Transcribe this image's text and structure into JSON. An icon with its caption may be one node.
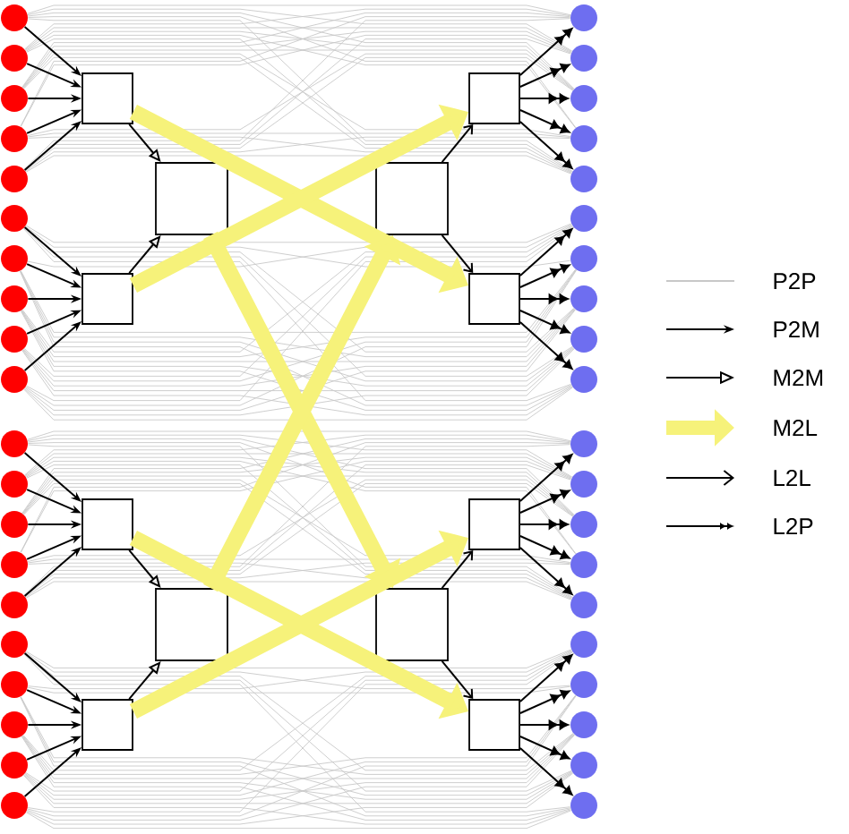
{
  "diagram": {
    "nodes": [
      {
        "text": [],
        "shape": "circle"
      },
      {
        "text": [],
        "shape": "circle"
      },
      {
        "text": [],
        "shape": "circle"
      },
      {
        "text": [],
        "shape": "circle"
      },
      {
        "text": [],
        "shape": "circle"
      },
      {
        "text": [],
        "shape": "circle"
      },
      {
        "text": [],
        "shape": "circle"
      },
      {
        "text": [],
        "shape": "circle"
      },
      {
        "text": [],
        "shape": "circle"
      },
      {
        "text": [],
        "shape": "circle"
      },
      {
        "text": [],
        "shape": "circle"
      },
      {
        "text": [],
        "shape": "circle"
      },
      {
        "text": [],
        "shape": "circle"
      },
      {
        "text": [],
        "shape": "circle"
      },
      {
        "text": [],
        "shape": "circle"
      },
      {
        "text": [],
        "shape": "circle"
      },
      {
        "text": [],
        "shape": "circle"
      },
      {
        "text": [],
        "shape": "circle"
      },
      {
        "text": [],
        "shape": "circle"
      },
      {
        "text": [],
        "shape": "circle"
      },
      {
        "text": [],
        "shape": "box"
      },
      {
        "text": [],
        "shape": "box"
      },
      {
        "text": [],
        "shape": "box"
      },
      {
        "text": [],
        "shape": "box"
      },
      {
        "text": [],
        "shape": "box"
      },
      {
        "text": [],
        "shape": "box"
      },
      {
        "text": [],
        "shape": "box"
      },
      {
        "text": [],
        "shape": "box"
      },
      {
        "text": [],
        "shape": "box"
      },
      {
        "text": [],
        "shape": "box"
      },
      {
        "text": [],
        "shape": "box"
      },
      {
        "text": [],
        "shape": "box"
      },
      {
        "text": [],
        "shape": "circle"
      },
      {
        "text": [],
        "shape": "circle"
      },
      {
        "text": [],
        "shape": "circle"
      },
      {
        "text": [],
        "shape": "circle"
      },
      {
        "text": [],
        "shape": "circle"
      },
      {
        "text": [],
        "shape": "circle"
      },
      {
        "text": [],
        "shape": "circle"
      },
      {
        "text": [],
        "shape": "circle"
      },
      {
        "text": [],
        "shape": "circle"
      },
      {
        "text": [],
        "shape": "circle"
      },
      {
        "text": [],
        "shape": "circle"
      },
      {
        "text": [],
        "shape": "circle"
      },
      {
        "text": [],
        "shape": "circle"
      },
      {
        "text": [],
        "shape": "circle"
      },
      {
        "text": [],
        "shape": "circle"
      },
      {
        "text": [],
        "shape": "circle"
      },
      {
        "text": [],
        "shape": "circle"
      },
      {
        "text": [],
        "shape": "circle"
      },
      {
        "text": [],
        "shape": "circle"
      },
      {
        "text": [],
        "shape": "circle"
      }
    ],
    "edges": [
      {
        "from": 0,
        "to": 32,
        "arrow": "none"
      },
      {
        "from": 0,
        "to": 33,
        "arrow": "none"
      },
      {
        "from": 0,
        "to": 34,
        "arrow": "none"
      },
      {
        "from": 0,
        "to": 35,
        "arrow": "none"
      },
      {
        "from": 0,
        "to": 36,
        "arrow": "none"
      },
      {
        "from": 1,
        "to": 32,
        "arrow": "none"
      },
      {
        "from": 1,
        "to": 33,
        "arrow": "none"
      },
      {
        "from": 1,
        "to": 34,
        "arrow": "none"
      },
      {
        "from": 1,
        "to": 35,
        "arrow": "none"
      },
      {
        "from": 1,
        "to": 36,
        "arrow": "none"
      },
      {
        "from": 2,
        "to": 32,
        "arrow": "none"
      },
      {
        "from": 2,
        "to": 33,
        "arrow": "none"
      },
      {
        "from": 2,
        "to": 34,
        "arrow": "none"
      },
      {
        "from": 2,
        "to": 35,
        "arrow": "none"
      },
      {
        "from": 2,
        "to": 36,
        "arrow": "none"
      },
      {
        "from": 3,
        "to": 32,
        "arrow": "none"
      },
      {
        "from": 3,
        "to": 33,
        "arrow": "none"
      },
      {
        "from": 3,
        "to": 34,
        "arrow": "none"
      },
      {
        "from": 3,
        "to": 35,
        "arrow": "none"
      },
      {
        "from": 3,
        "to": 36,
        "arrow": "none"
      },
      {
        "from": 4,
        "to": 32,
        "arrow": "none"
      },
      {
        "from": 4,
        "to": 33,
        "arrow": "none"
      },
      {
        "from": 4,
        "to": 34,
        "arrow": "none"
      },
      {
        "from": 4,
        "to": 35,
        "arrow": "none"
      },
      {
        "from": 4,
        "to": 36,
        "arrow": "none"
      },
      {
        "from": 5,
        "to": 37,
        "arrow": "none"
      },
      {
        "from": 5,
        "to": 38,
        "arrow": "none"
      },
      {
        "from": 5,
        "to": 39,
        "arrow": "none"
      },
      {
        "from": 5,
        "to": 40,
        "arrow": "none"
      },
      {
        "from": 5,
        "to": 41,
        "arrow": "none"
      },
      {
        "from": 6,
        "to": 37,
        "arrow": "none"
      },
      {
        "from": 6,
        "to": 38,
        "arrow": "none"
      },
      {
        "from": 6,
        "to": 39,
        "arrow": "none"
      },
      {
        "from": 6,
        "to": 40,
        "arrow": "none"
      },
      {
        "from": 6,
        "to": 41,
        "arrow": "none"
      },
      {
        "from": 7,
        "to": 37,
        "arrow": "none"
      },
      {
        "from": 7,
        "to": 38,
        "arrow": "none"
      },
      {
        "from": 7,
        "to": 39,
        "arrow": "none"
      },
      {
        "from": 7,
        "to": 40,
        "arrow": "none"
      },
      {
        "from": 7,
        "to": 41,
        "arrow": "none"
      },
      {
        "from": 8,
        "to": 37,
        "arrow": "none"
      },
      {
        "from": 8,
        "to": 38,
        "arrow": "none"
      },
      {
        "from": 8,
        "to": 39,
        "arrow": "none"
      },
      {
        "from": 8,
        "to": 40,
        "arrow": "none"
      },
      {
        "from": 8,
        "to": 41,
        "arrow": "none"
      },
      {
        "from": 9,
        "to": 37,
        "arrow": "none"
      },
      {
        "from": 9,
        "to": 38,
        "arrow": "none"
      },
      {
        "from": 9,
        "to": 39,
        "arrow": "none"
      },
      {
        "from": 9,
        "to": 40,
        "arrow": "none"
      },
      {
        "from": 9,
        "to": 41,
        "arrow": "none"
      },
      {
        "from": 10,
        "to": 42,
        "arrow": "none"
      },
      {
        "from": 10,
        "to": 43,
        "arrow": "none"
      },
      {
        "from": 10,
        "to": 44,
        "arrow": "none"
      },
      {
        "from": 10,
        "to": 45,
        "arrow": "none"
      },
      {
        "from": 10,
        "to": 46,
        "arrow": "none"
      },
      {
        "from": 11,
        "to": 42,
        "arrow": "none"
      },
      {
        "from": 11,
        "to": 43,
        "arrow": "none"
      },
      {
        "from": 11,
        "to": 44,
        "arrow": "none"
      },
      {
        "from": 11,
        "to": 45,
        "arrow": "none"
      },
      {
        "from": 11,
        "to": 46,
        "arrow": "none"
      },
      {
        "from": 12,
        "to": 42,
        "arrow": "none"
      },
      {
        "from": 12,
        "to": 43,
        "arrow": "none"
      },
      {
        "from": 12,
        "to": 44,
        "arrow": "none"
      },
      {
        "from": 12,
        "to": 45,
        "arrow": "none"
      },
      {
        "from": 12,
        "to": 46,
        "arrow": "none"
      },
      {
        "from": 13,
        "to": 42,
        "arrow": "none"
      },
      {
        "from": 13,
        "to": 43,
        "arrow": "none"
      },
      {
        "from": 13,
        "to": 44,
        "arrow": "none"
      },
      {
        "from": 13,
        "to": 45,
        "arrow": "none"
      },
      {
        "from": 13,
        "to": 46,
        "arrow": "none"
      },
      {
        "from": 14,
        "to": 42,
        "arrow": "none"
      },
      {
        "from": 14,
        "to": 43,
        "arrow": "none"
      },
      {
        "from": 14,
        "to": 44,
        "arrow": "none"
      },
      {
        "from": 14,
        "to": 45,
        "arrow": "none"
      },
      {
        "from": 14,
        "to": 46,
        "arrow": "none"
      },
      {
        "from": 15,
        "to": 47,
        "arrow": "none"
      },
      {
        "from": 15,
        "to": 48,
        "arrow": "none"
      },
      {
        "from": 15,
        "to": 49,
        "arrow": "none"
      },
      {
        "from": 15,
        "to": 50,
        "arrow": "none"
      },
      {
        "from": 15,
        "to": 51,
        "arrow": "none"
      },
      {
        "from": 16,
        "to": 47,
        "arrow": "none"
      },
      {
        "from": 16,
        "to": 48,
        "arrow": "none"
      },
      {
        "from": 16,
        "to": 49,
        "arrow": "none"
      },
      {
        "from": 16,
        "to": 50,
        "arrow": "none"
      },
      {
        "from": 16,
        "to": 51,
        "arrow": "none"
      },
      {
        "from": 17,
        "to": 47,
        "arrow": "none"
      },
      {
        "from": 17,
        "to": 48,
        "arrow": "none"
      },
      {
        "from": 17,
        "to": 49,
        "arrow": "none"
      },
      {
        "from": 17,
        "to": 50,
        "arrow": "none"
      },
      {
        "from": 17,
        "to": 51,
        "arrow": "none"
      },
      {
        "from": 18,
        "to": 47,
        "arrow": "none"
      },
      {
        "from": 18,
        "to": 48,
        "arrow": "none"
      },
      {
        "from": 18,
        "to": 49,
        "arrow": "none"
      },
      {
        "from": 18,
        "to": 50,
        "arrow": "none"
      },
      {
        "from": 18,
        "to": 51,
        "arrow": "none"
      },
      {
        "from": 19,
        "to": 47,
        "arrow": "none"
      },
      {
        "from": 19,
        "to": 48,
        "arrow": "none"
      },
      {
        "from": 19,
        "to": 49,
        "arrow": "none"
      },
      {
        "from": 19,
        "to": 50,
        "arrow": "none"
      },
      {
        "from": 19,
        "to": 51,
        "arrow": "none"
      },
      {
        "from": 0,
        "to": 20,
        "arrow": "to",
        "color": "#000000"
      },
      {
        "from": 1,
        "to": 20,
        "arrow": "to",
        "color": "#000000"
      },
      {
        "from": 2,
        "to": 20,
        "arrow": "to",
        "color": "#000000"
      },
      {
        "from": 3,
        "to": 20,
        "arrow": "to",
        "color": "#000000"
      },
      {
        "from": 4,
        "to": 20,
        "arrow": "to",
        "color": "#000000"
      },
      {
        "from": 5,
        "to": 21,
        "arrow": "to",
        "color": "#000000"
      },
      {
        "from": 6,
        "to": 21,
        "arrow": "to",
        "color": "#000000"
      },
      {
        "from": 7,
        "to": 21,
        "arrow": "to",
        "color": "#000000"
      },
      {
        "from": 8,
        "to": 21,
        "arrow": "to",
        "color": "#000000"
      },
      {
        "from": 9,
        "to": 21,
        "arrow": "to",
        "color": "#000000"
      },
      {
        "from": 10,
        "to": 22,
        "arrow": "to",
        "color": "#000000"
      },
      {
        "from": 11,
        "to": 22,
        "arrow": "to",
        "color": "#000000"
      },
      {
        "from": 12,
        "to": 22,
        "arrow": "to",
        "color": "#000000"
      },
      {
        "from": 13,
        "to": 22,
        "arrow": "to",
        "color": "#000000"
      },
      {
        "from": 14,
        "to": 22,
        "arrow": "to",
        "color": "#000000"
      },
      {
        "from": 15,
        "to": 23,
        "arrow": "to",
        "color": "#000000"
      },
      {
        "from": 16,
        "to": 23,
        "arrow": "to",
        "color": "#000000"
      },
      {
        "from": 17,
        "to": 23,
        "arrow": "to",
        "color": "#000000"
      },
      {
        "from": 18,
        "to": 23,
        "arrow": "to",
        "color": "#000000"
      },
      {
        "from": 19,
        "to": 23,
        "arrow": "to",
        "color": "#000000"
      },
      {
        "from": 20,
        "to": 24,
        "arrow": "to",
        "color": "#000000"
      },
      {
        "from": 21,
        "to": 24,
        "arrow": "to",
        "color": "#000000"
      },
      {
        "from": 22,
        "to": 25,
        "arrow": "to",
        "color": "#000000"
      },
      {
        "from": 23,
        "to": 25,
        "arrow": "to",
        "color": "#000000"
      },
      {
        "from": 20,
        "to": 29,
        "arrow": "to",
        "style": "thick",
        "color": "#f6f27a"
      },
      {
        "from": 21,
        "to": 28,
        "arrow": "to",
        "style": "thick",
        "color": "#f6f27a"
      },
      {
        "from": 24,
        "to": 27,
        "arrow": "to",
        "style": "thick",
        "color": "#f6f27a"
      },
      {
        "from": 25,
        "to": 26,
        "arrow": "to",
        "style": "thick",
        "color": "#f6f27a"
      },
      {
        "from": 22,
        "to": 31,
        "arrow": "to",
        "style": "thick",
        "color": "#f6f27a"
      },
      {
        "from": 23,
        "to": 30,
        "arrow": "to",
        "style": "thick",
        "color": "#f6f27a"
      },
      {
        "from": 26,
        "to": 28,
        "arrow": "to",
        "color": "#000000"
      },
      {
        "from": 26,
        "to": 29,
        "arrow": "to",
        "color": "#000000"
      },
      {
        "from": 27,
        "to": 30,
        "arrow": "to",
        "color": "#000000"
      },
      {
        "from": 27,
        "to": 31,
        "arrow": "to",
        "color": "#000000"
      },
      {
        "from": 28,
        "to": 32,
        "arrow": "to",
        "color": "#000000"
      },
      {
        "from": 28,
        "to": 33,
        "arrow": "to",
        "color": "#000000"
      },
      {
        "from": 28,
        "to": 34,
        "arrow": "to",
        "color": "#000000"
      },
      {
        "from": 28,
        "to": 35,
        "arrow": "to",
        "color": "#000000"
      },
      {
        "from": 28,
        "to": 36,
        "arrow": "to",
        "color": "#000000"
      },
      {
        "from": 29,
        "to": 37,
        "arrow": "to",
        "color": "#000000"
      },
      {
        "from": 29,
        "to": 38,
        "arrow": "to",
        "color": "#000000"
      },
      {
        "from": 29,
        "to": 39,
        "arrow": "to",
        "color": "#000000"
      },
      {
        "from": 29,
        "to": 40,
        "arrow": "to",
        "color": "#000000"
      },
      {
        "from": 29,
        "to": 41,
        "arrow": "to",
        "color": "#000000"
      },
      {
        "from": 30,
        "to": 42,
        "arrow": "to",
        "color": "#000000"
      },
      {
        "from": 30,
        "to": 43,
        "arrow": "to",
        "color": "#000000"
      },
      {
        "from": 30,
        "to": 44,
        "arrow": "to",
        "color": "#000000"
      },
      {
        "from": 30,
        "to": 45,
        "arrow": "to",
        "color": "#000000"
      },
      {
        "from": 30,
        "to": 46,
        "arrow": "to",
        "color": "#000000"
      },
      {
        "from": 31,
        "to": 47,
        "arrow": "to",
        "color": "#000000"
      },
      {
        "from": 31,
        "to": 48,
        "arrow": "to",
        "color": "#000000"
      },
      {
        "from": 31,
        "to": 49,
        "arrow": "to",
        "color": "#000000"
      },
      {
        "from": 31,
        "to": 50,
        "arrow": "to",
        "color": "#000000"
      },
      {
        "from": 31,
        "to": 51,
        "arrow": "to",
        "color": "#000000"
      }
    ],
    "legend": [
      {
        "text": "P2P"
      },
      {
        "text": "P2M"
      },
      {
        "text": "M2M"
      },
      {
        "text": "M2L"
      },
      {
        "text": "L2L"
      },
      {
        "text": "L2P"
      }
    ]
  }
}
